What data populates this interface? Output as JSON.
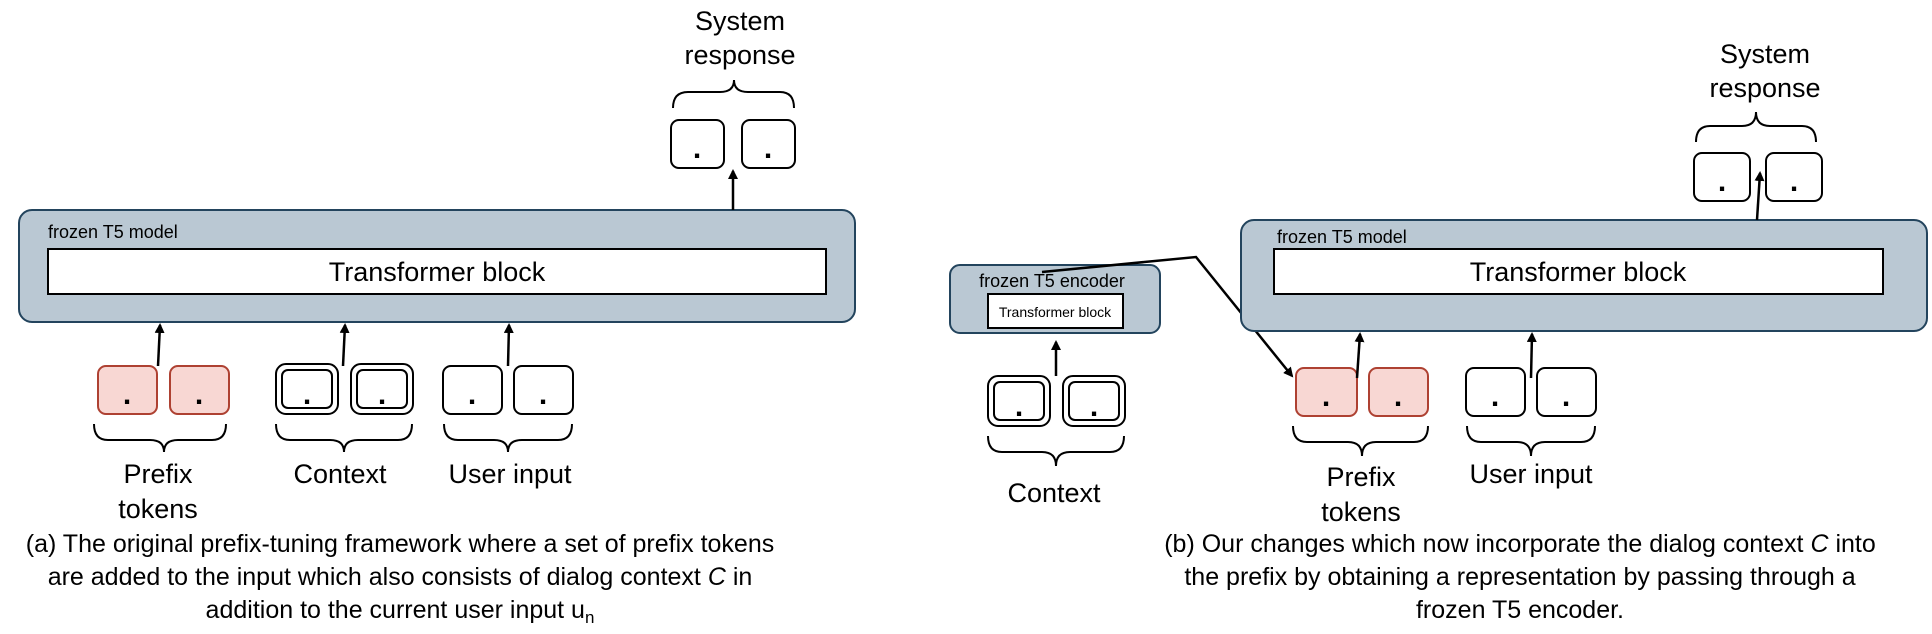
{
  "panel_a": {
    "model_label": "frozen T5 model",
    "block_label": "Transformer block",
    "token_glyph": ".",
    "system_response": [
      "System",
      "response"
    ],
    "prefix_label": [
      "Prefix",
      "tokens"
    ],
    "context_label": "Context",
    "user_input_label": "User input",
    "caption": {
      "line1": "(a) The original prefix-tuning framework where a set of prefix tokens",
      "line2_pre": "are added to the input which also consists of dialog context ",
      "line2_var": "C",
      "line2_post": " in",
      "line3_pre": "addition to the current user input u",
      "line3_sub": "n"
    }
  },
  "panel_b": {
    "encoder_label": "frozen T5 encoder",
    "encoder_block_label": "Transformer block",
    "model_label": "frozen T5 model",
    "block_label": "Transformer block",
    "token_glyph": ".",
    "system_response": [
      "System",
      "response"
    ],
    "prefix_label": [
      "Prefix",
      "tokens"
    ],
    "context_label": "Context",
    "user_input_label": "User input",
    "caption": {
      "line1_pre": "(b) Our changes which now incorporate the dialog context ",
      "line1_var": "C",
      "line1_post": " into",
      "line2": "the prefix by obtaining a representation by passing through a",
      "line3": "frozen T5 encoder."
    }
  },
  "colors": {
    "model_fill": "#BAC8D3",
    "model_stroke": "#23445D",
    "prefix_fill": "#F8D7D3",
    "prefix_stroke": "#AE4132",
    "line": "#000000"
  }
}
